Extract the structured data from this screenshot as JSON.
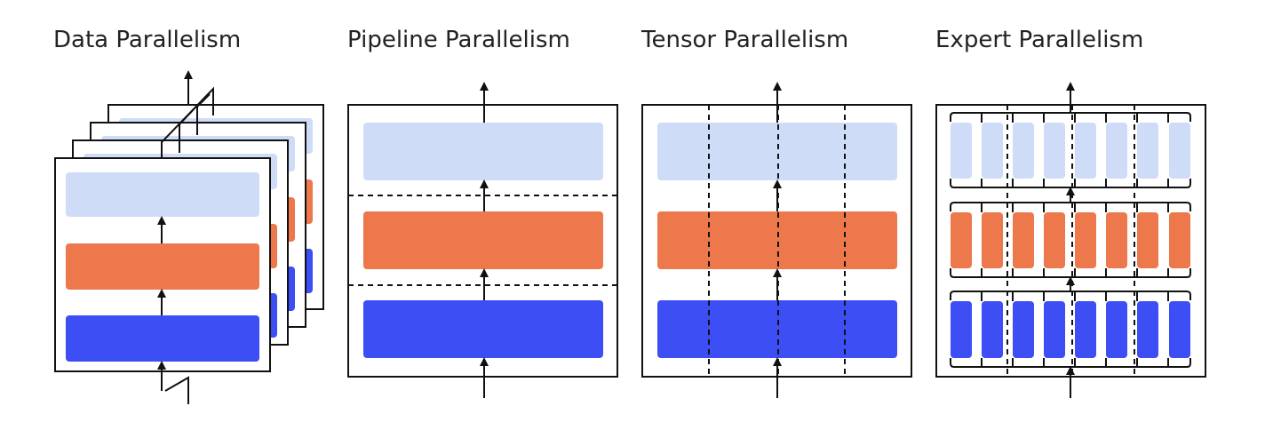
{
  "titles": {
    "data": "Data Parallelism",
    "pipeline": "Pipeline Parallelism",
    "tensor": "Tensor Parallelism",
    "expert": "Expert Parallelism"
  },
  "colors": {
    "light_blue": "#cfdcf8",
    "orange": "#ec784b",
    "blue": "#3c4ef4",
    "stroke": "#111111"
  }
}
